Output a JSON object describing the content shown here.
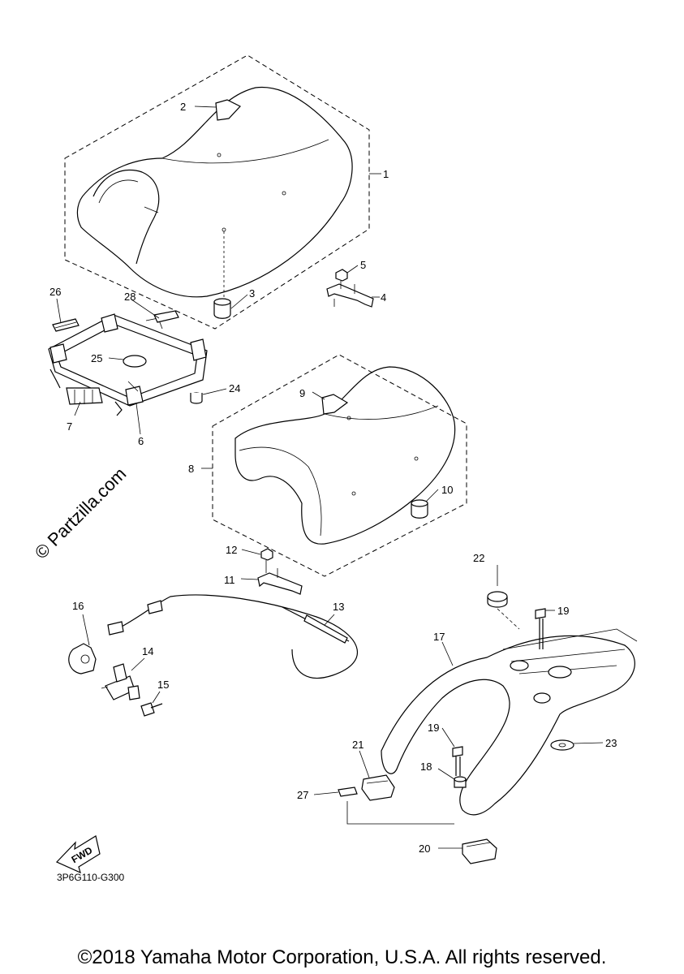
{
  "watermark": "© Partzilla.com",
  "diagram_code": "3P6G110-G300",
  "fwd_label": "FWD",
  "copyright": "©2018 Yamaha Motor Corporation, U.S.A. All rights reserved.",
  "callouts": {
    "c1": "1",
    "c2": "2",
    "c3": "3",
    "c4": "4",
    "c5": "5",
    "c6": "6",
    "c7": "7",
    "c8": "8",
    "c9": "9",
    "c10": "10",
    "c11": "11",
    "c12": "12",
    "c13": "13",
    "c14": "14",
    "c15": "15",
    "c16": "16",
    "c17": "17",
    "c18": "18",
    "c19a": "19",
    "c19b": "19",
    "c20": "20",
    "c21": "21",
    "c22": "22",
    "c23": "23",
    "c24": "24",
    "c25": "25",
    "c26": "26",
    "c27": "27",
    "c28": "28"
  }
}
